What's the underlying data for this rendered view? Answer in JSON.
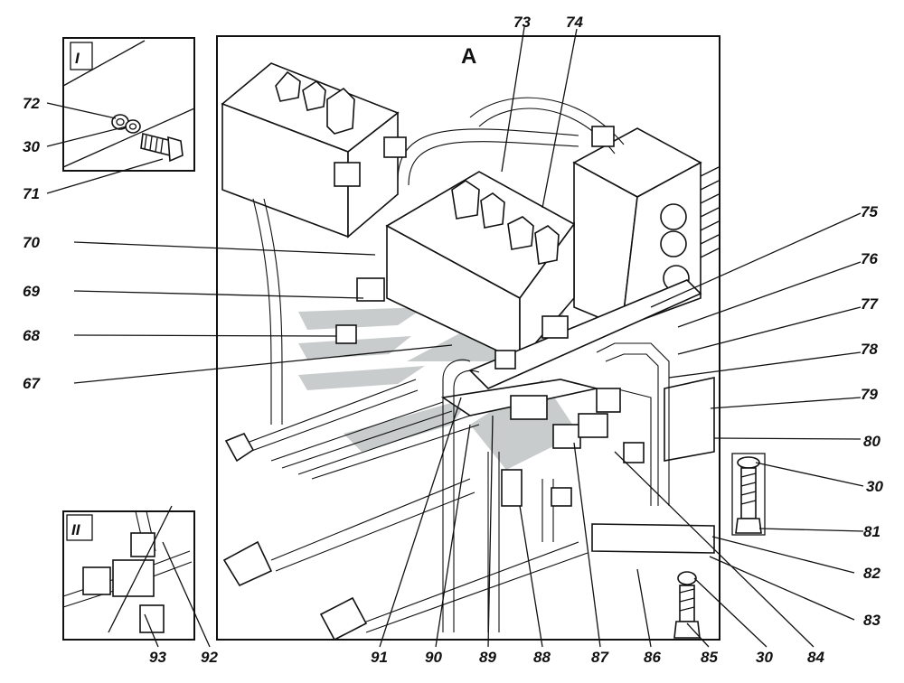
{
  "view_label": "A",
  "inset_i": {
    "label": "I"
  },
  "inset_ii": {
    "label": "II"
  },
  "callouts": [
    {
      "id": "72",
      "text": "72"
    },
    {
      "id": "30a",
      "text": "30"
    },
    {
      "id": "71",
      "text": "71"
    },
    {
      "id": "70",
      "text": "70"
    },
    {
      "id": "69",
      "text": "69"
    },
    {
      "id": "68",
      "text": "68"
    },
    {
      "id": "67",
      "text": "67"
    },
    {
      "id": "73",
      "text": "73"
    },
    {
      "id": "74",
      "text": "74"
    },
    {
      "id": "75",
      "text": "75"
    },
    {
      "id": "76",
      "text": "76"
    },
    {
      "id": "77",
      "text": "77"
    },
    {
      "id": "78",
      "text": "78"
    },
    {
      "id": "79",
      "text": "79"
    },
    {
      "id": "80",
      "text": "80"
    },
    {
      "id": "30b",
      "text": "30"
    },
    {
      "id": "81",
      "text": "81"
    },
    {
      "id": "82",
      "text": "82"
    },
    {
      "id": "83",
      "text": "83"
    },
    {
      "id": "84",
      "text": "84"
    },
    {
      "id": "30c",
      "text": "30"
    },
    {
      "id": "85",
      "text": "85"
    },
    {
      "id": "86",
      "text": "86"
    },
    {
      "id": "87",
      "text": "87"
    },
    {
      "id": "88",
      "text": "88"
    },
    {
      "id": "89",
      "text": "89"
    },
    {
      "id": "90",
      "text": "90"
    },
    {
      "id": "91",
      "text": "91"
    },
    {
      "id": "92",
      "text": "92"
    },
    {
      "id": "93",
      "text": "93"
    }
  ]
}
